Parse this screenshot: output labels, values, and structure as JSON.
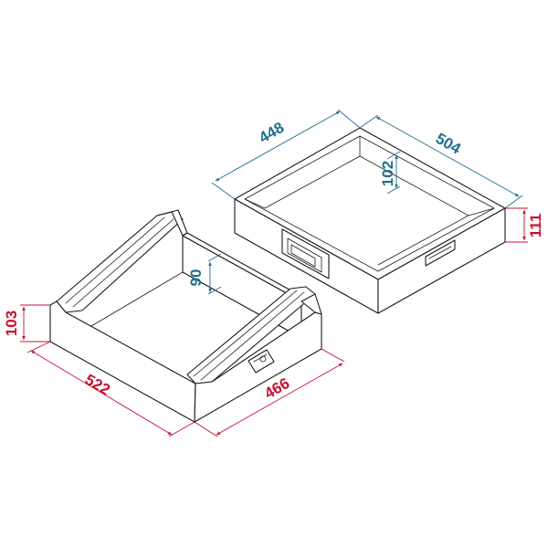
{
  "colors": {
    "outline": "#1a1a1a",
    "dimension_base": "#c8102e",
    "dimension_lid": "#1f6f8b"
  },
  "base_case": {
    "dims": {
      "outer_height": "103",
      "outer_length": "522",
      "outer_width": "466",
      "inner_height": "90"
    }
  },
  "lid_case": {
    "dims": {
      "inner_length": "448",
      "outer_length": "504",
      "inner_height": "102",
      "outer_height": "111"
    }
  }
}
